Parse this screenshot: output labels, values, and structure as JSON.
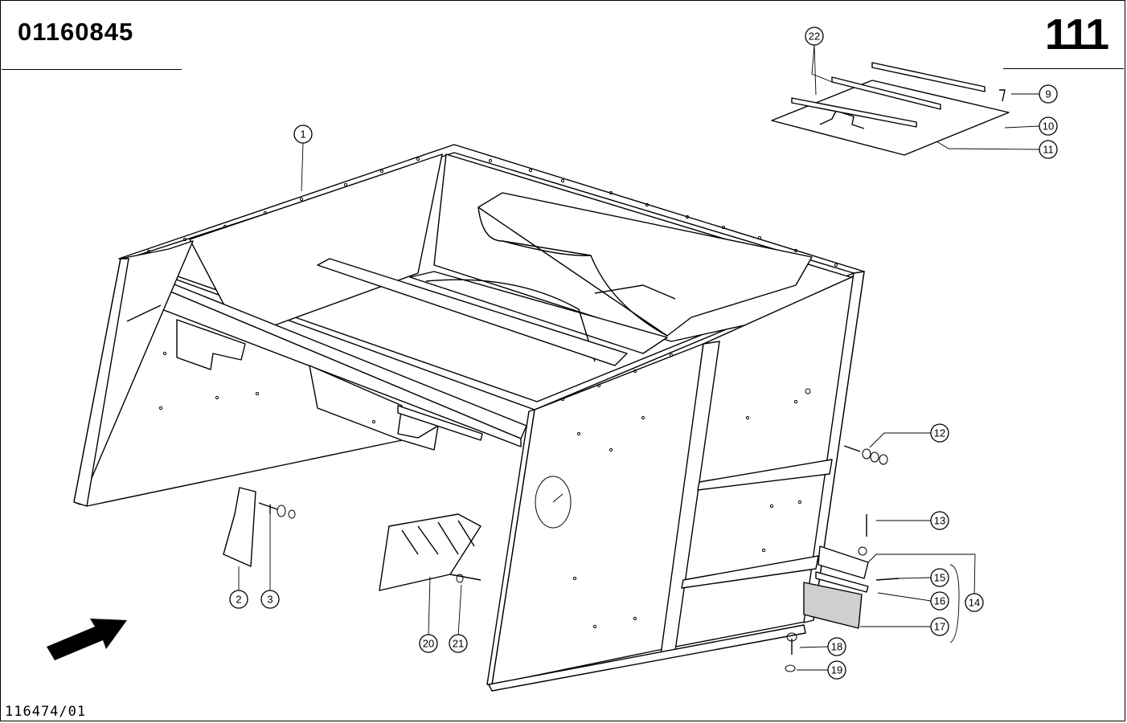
{
  "header": {
    "document_number": "01160845",
    "page_number": "111"
  },
  "footer": {
    "reference_code": "116474/01"
  },
  "callouts": [
    "1",
    "2",
    "3",
    "9",
    "10",
    "11",
    "12",
    "13",
    "14",
    "15",
    "16",
    "17",
    "18",
    "19",
    "20",
    "21",
    "22"
  ]
}
